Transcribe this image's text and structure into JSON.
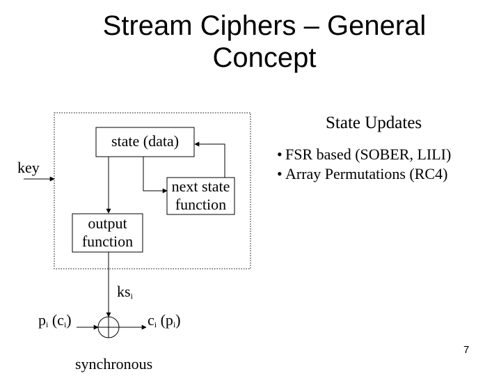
{
  "slide": {
    "title_line1": "Stream Ciphers – General",
    "title_line2": "Concept",
    "page_number": "7"
  },
  "diagram": {
    "state_box": "state (data)",
    "key": "key",
    "next_state_line1": "next state",
    "next_state_line2": "function",
    "output_line1": "output",
    "output_line2": "function",
    "ks": "ks",
    "ks_sub": "i",
    "plain_in": "p",
    "plain_in_sub": "i",
    "plain_in_paren": "(c",
    "plain_in_paren_sub": "i",
    "plain_in_close": ")",
    "cipher_out": "c",
    "cipher_out_sub": "i",
    "cipher_out_paren": "(p",
    "cipher_out_paren_sub": "i",
    "cipher_out_close": ")",
    "mode": "synchronous",
    "xor_icon": "xor-circle-plus-icon"
  },
  "state_updates": {
    "heading": "State Updates",
    "bullets": [
      "FSR based (SOBER, LILI)",
      "Array Permutations (RC4)"
    ],
    "bullet_glyph": "•"
  }
}
